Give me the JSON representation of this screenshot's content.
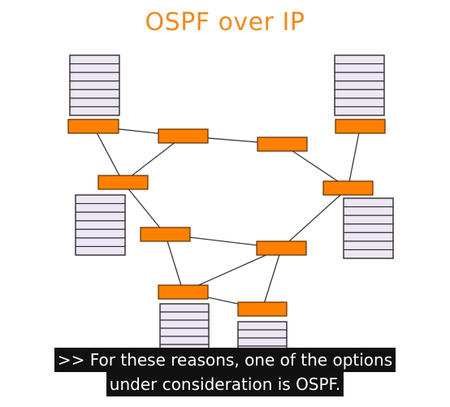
{
  "title": "OSPF over IP",
  "caption": {
    "line1": ">> For these reasons, one of the options",
    "line2": "under consideration is OSPF."
  },
  "colors": {
    "title": "#f08a1c",
    "router_fill": "#ff8000",
    "router_stroke": "#5a2e00",
    "table_fill": "#ede6f4",
    "table_stroke": "#2a2a2a",
    "link": "#3a3a3a",
    "caption_bg": "#111111",
    "caption_text": "#ffffff"
  },
  "network": {
    "routers": [
      "r1",
      "r2",
      "r3",
      "r4",
      "r5",
      "r6",
      "r7",
      "r8",
      "r9",
      "r10"
    ],
    "links": [
      [
        "r1",
        "r2"
      ],
      [
        "r1",
        "r4"
      ],
      [
        "r2",
        "r4"
      ],
      [
        "r2",
        "r3"
      ],
      [
        "r3",
        "r5"
      ],
      [
        "r5",
        "r10"
      ],
      [
        "r5",
        "r6"
      ],
      [
        "r4",
        "r7"
      ],
      [
        "r7",
        "r6"
      ],
      [
        "r7",
        "r8"
      ],
      [
        "r6",
        "r8"
      ],
      [
        "r6",
        "r9"
      ],
      [
        "r8",
        "r9"
      ]
    ],
    "tables": [
      {
        "id": "t1",
        "rows": 7
      },
      {
        "id": "t2",
        "rows": 7
      },
      {
        "id": "t3",
        "rows": 7
      },
      {
        "id": "t4",
        "rows": 7
      },
      {
        "id": "t5",
        "rows": 6
      },
      {
        "id": "t6",
        "rows": 6
      }
    ]
  }
}
